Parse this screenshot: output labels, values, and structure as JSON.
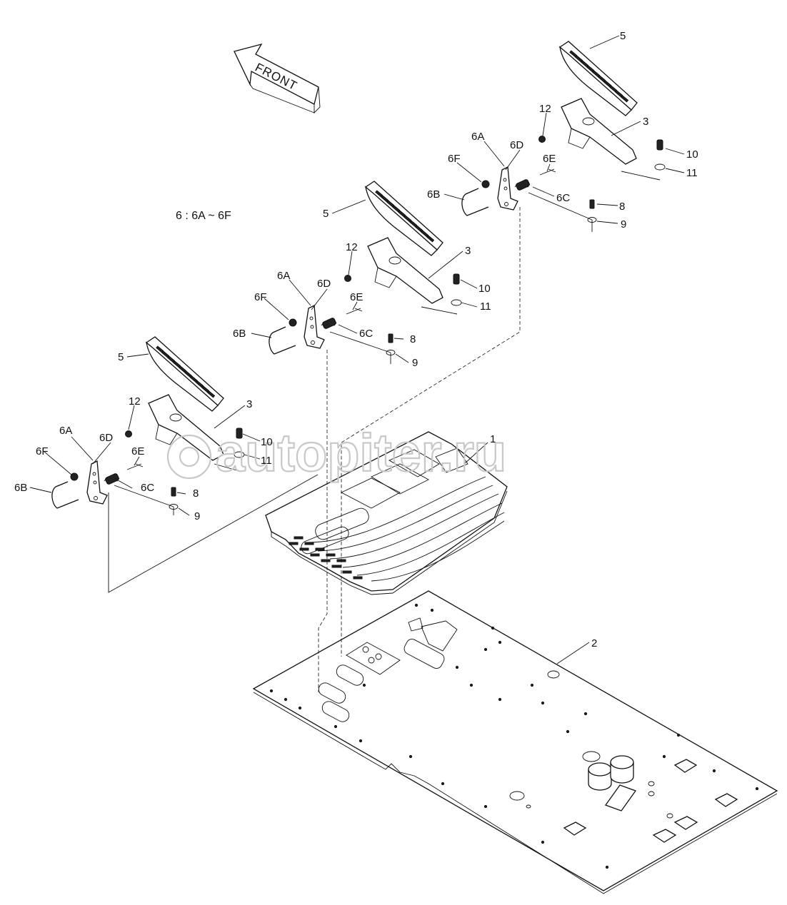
{
  "front_arrow": {
    "label": "FRONT"
  },
  "group_note": "6 : 6A ~ 6F",
  "watermark": "autopiter.ru",
  "part_labels": {
    "p1": "1",
    "p2": "2",
    "p3": "3",
    "p5": "5",
    "p6A": "6A",
    "p6B": "6B",
    "p6C": "6C",
    "p6D": "6D",
    "p6E": "6E",
    "p6F": "6F",
    "p8": "8",
    "p9": "9",
    "p10": "10",
    "p11": "11",
    "p12": "12"
  },
  "colors": {
    "line": "#111111",
    "watermark": "#c8c8c8",
    "background": "#ffffff"
  }
}
